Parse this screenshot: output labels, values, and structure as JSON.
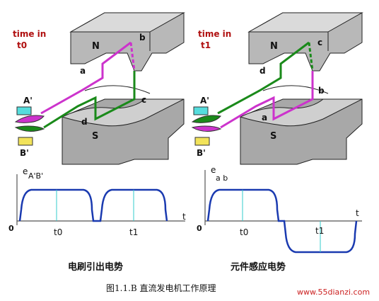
{
  "figure_caption": "图1.1.B  直流发电机工作原理",
  "watermark": "www.55dianzi.com",
  "panels": [
    {
      "time_label_line1": "time in",
      "time_label_line2": "t0",
      "pole_north": "N",
      "pole_south": "S",
      "conductor_labels": [
        "a",
        "b",
        "c",
        "d"
      ],
      "brush_labels": [
        "A'",
        "B'"
      ],
      "graph_ylabel": "e",
      "graph_ylabel_sub": "A'B'",
      "graph_xlabel": "t",
      "graph_origin": "0",
      "graph_ticks": [
        "t0",
        "t1"
      ],
      "subtitle": "电刷引出电势",
      "waveform": "rectified"
    },
    {
      "time_label_line1": "time in",
      "time_label_line2": "t1",
      "pole_north": "N",
      "pole_south": "S",
      "conductor_labels": [
        "c",
        "b",
        "a",
        "d"
      ],
      "brush_labels": [
        "A'",
        "B'"
      ],
      "graph_ylabel": "e",
      "graph_ylabel_sub": "a b",
      "graph_xlabel": "t",
      "graph_origin": "0",
      "graph_ticks": [
        "t0",
        "t1"
      ],
      "subtitle": "元件感应电势",
      "waveform": "alternating"
    }
  ],
  "colors": {
    "coil_green": "#1a8a1a",
    "coil_magenta": "#cc33cc",
    "magnet_gray": "#a7a7a7",
    "brush_cyan": "#55dddd",
    "brush_yellow": "#f2e35a",
    "title_red": "#b01010",
    "waveform_blue": "#1a3ab0",
    "marker_cyan": "#33cccc"
  }
}
